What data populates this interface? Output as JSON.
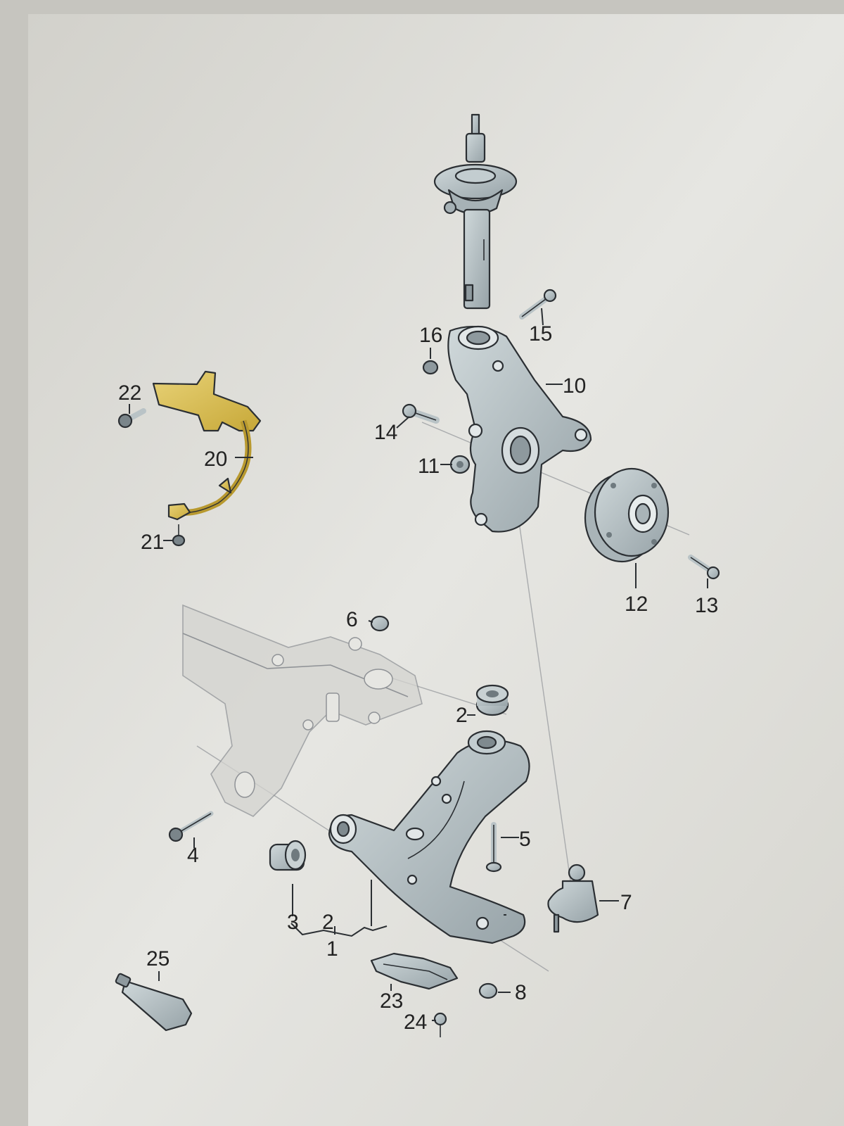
{
  "colors": {
    "background": "#c9c8c2",
    "screen": "#e3e3e0",
    "part_fill": "#b9c3c6",
    "part_dark": "#8e999e",
    "highlight": "#d9bf57",
    "label": "#222222"
  },
  "callouts": {
    "c1": "1",
    "c2": "2",
    "c2b": "2",
    "c3": "3",
    "c4": "4",
    "c5": "5",
    "c6": "6",
    "c7": "7",
    "c8": "8",
    "c10": "10",
    "c11": "11",
    "c12": "12",
    "c13": "13",
    "c14": "14",
    "c15": "15",
    "c16": "16",
    "c20": "20",
    "c21": "21",
    "c22": "22",
    "c23": "23",
    "c24": "24",
    "c25": "25"
  }
}
